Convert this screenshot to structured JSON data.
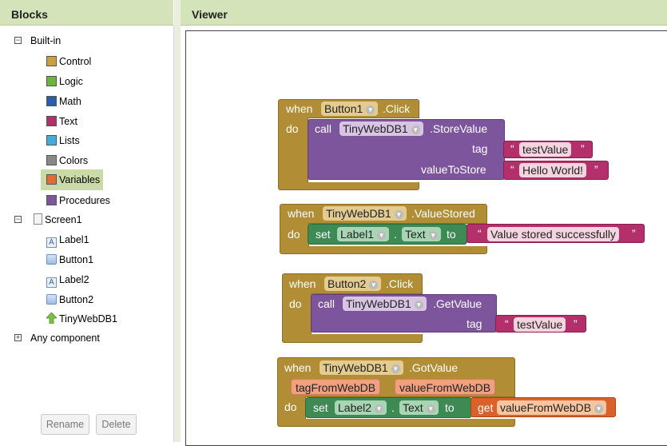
{
  "blocks_panel": {
    "title": "Blocks",
    "builtin": {
      "label": "Built-in",
      "items": [
        {
          "label": "Control",
          "color": "#c8a040"
        },
        {
          "label": "Logic",
          "color": "#6db33f"
        },
        {
          "label": "Math",
          "color": "#2a5ea8"
        },
        {
          "label": "Text",
          "color": "#b3306b"
        },
        {
          "label": "Lists",
          "color": "#47a9d8"
        },
        {
          "label": "Colors",
          "color": "#888888"
        },
        {
          "label": "Variables",
          "color": "#e06a3a"
        },
        {
          "label": "Procedures",
          "color": "#7d559c"
        }
      ]
    },
    "screen": {
      "label": "Screen1",
      "components": [
        {
          "label": "Label1",
          "icon": "label-icon"
        },
        {
          "label": "Button1",
          "icon": "button-icon"
        },
        {
          "label": "Label2",
          "icon": "label-icon"
        },
        {
          "label": "Button2",
          "icon": "button-icon"
        },
        {
          "label": "TinyWebDB1",
          "icon": "tinywebdb-icon"
        }
      ]
    },
    "any_component": "Any component",
    "rename_label": "Rename",
    "delete_label": "Delete"
  },
  "viewer": {
    "title": "Viewer",
    "blocks": {
      "b1": {
        "when": "when",
        "component": "Button1",
        "event": ".Click",
        "do": "do",
        "call": "call",
        "target": "TinyWebDB1",
        "method": ".StoreValue",
        "tag_label": "tag",
        "tag_value": "testValue",
        "value_label": "valueToStore",
        "value_value": "Hello World!"
      },
      "b2": {
        "when": "when",
        "component": "TinyWebDB1",
        "event": ".ValueStored",
        "do": "do",
        "set": "set",
        "target": "Label1",
        "dot": ".",
        "prop": "Text",
        "to": "to",
        "value": "Value stored successfully"
      },
      "b3": {
        "when": "when",
        "component": "Button2",
        "event": ".Click",
        "do": "do",
        "call": "call",
        "target": "TinyWebDB1",
        "method": ".GetValue",
        "tag_label": "tag",
        "tag_value": "testValue"
      },
      "b4": {
        "when": "when",
        "component": "TinyWebDB1",
        "event": ".GotValue",
        "param1": "tagFromWebDB",
        "param2": "valueFromWebDB",
        "do": "do",
        "set": "set",
        "target": "Label2",
        "dot": ".",
        "prop": "Text",
        "to": "to",
        "get": "get",
        "get_value": "valueFromWebDB"
      }
    },
    "quote_open": "“",
    "quote_close": "”"
  }
}
